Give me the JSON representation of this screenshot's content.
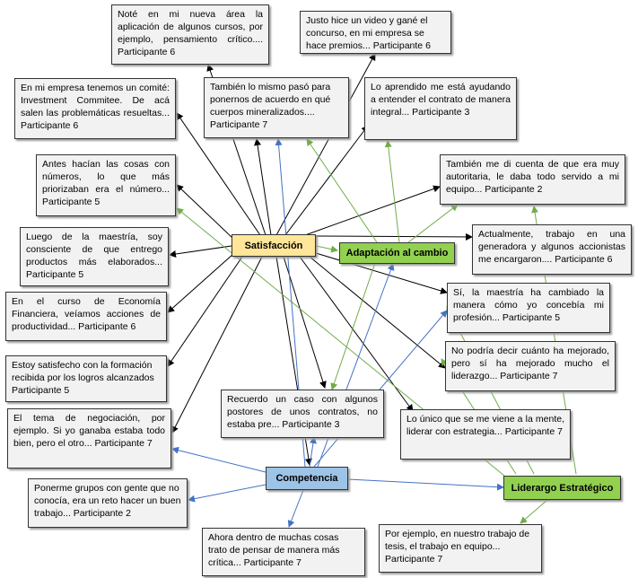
{
  "colors": {
    "black": "#000000",
    "green": "#70ad47",
    "blue": "#4472c4"
  },
  "nodes": {
    "satisfaccion": "Satisfacción",
    "adaptacion": "Adaptación al cambio",
    "competencia": "Competencia",
    "liderazgo": "Liderargo Estratégico"
  },
  "quotes": [
    {
      "id": "q1",
      "text": "Noté en mi nueva área la aplicación de algunos cursos, por ejemplo, pensamiento crítico.... Participante 6"
    },
    {
      "id": "q2",
      "text": "Justo hice un video y gané el concurso, en mi empresa se hace premios... Participante 6"
    },
    {
      "id": "q3",
      "text": "En mi empresa tenemos un comité: Investment Commitee. De acá salen las problemáticas resueltas... Participante 6"
    },
    {
      "id": "q4",
      "text": "También lo mismo pasó para ponernos de acuerdo en qué cuerpos mineralizados.... Participante 7"
    },
    {
      "id": "q5",
      "text": "Lo aprendido me está ayudando a entender el contrato de manera integral... Participante 3"
    },
    {
      "id": "q6",
      "text": "Antes hacían las cosas con números, lo que más priorizaban era el número... Participante 5"
    },
    {
      "id": "q7",
      "text": "También me di cuenta de que era muy autoritaria, le daba todo servido a mi equipo... Participante 2"
    },
    {
      "id": "q8",
      "text": "Luego de la maestría, soy consciente de que entrego productos más elaborados... Participante 5"
    },
    {
      "id": "q9",
      "text": "Actualmente, trabajo en una generadora y algunos accionistas me encargaron.... Participante 6"
    },
    {
      "id": "q10",
      "text": "En el curso de Economía Financiera, veíamos acciones de productividad... Participante 6"
    },
    {
      "id": "q11",
      "text": "Sí, la maestría ha cambiado la manera cómo yo concebía mi profesión... Participante 5"
    },
    {
      "id": "q12",
      "text": "Estoy satisfecho con la formación recibida por los logros alcanzados Participante 5"
    },
    {
      "id": "q13",
      "text": "No podría decir cuánto ha mejorado, pero sí ha mejorado mucho el liderazgo... Participante 7"
    },
    {
      "id": "q14",
      "text": "Recuerdo un caso con algunos postores de unos contratos, no estaba pre... Participante 3"
    },
    {
      "id": "q15",
      "text": "El tema de negociación, por ejemplo. Si yo ganaba estaba todo bien, pero el otro... Participante 7"
    },
    {
      "id": "q16",
      "text": "Lo único que se me viene a la mente, liderar con estrategia... Participante 7"
    },
    {
      "id": "q17",
      "text": "Ponerme grupos con gente que no conocía, era un reto hacer un buen trabajo... Participante 2"
    },
    {
      "id": "q18",
      "text": "Ahora dentro de muchas cosas trato de pensar de manera más crítica... Participante 7"
    },
    {
      "id": "q19",
      "text": "Por ejemplo, en nuestro trabajo de tesis, el trabajo en equipo... Participante 7"
    }
  ]
}
